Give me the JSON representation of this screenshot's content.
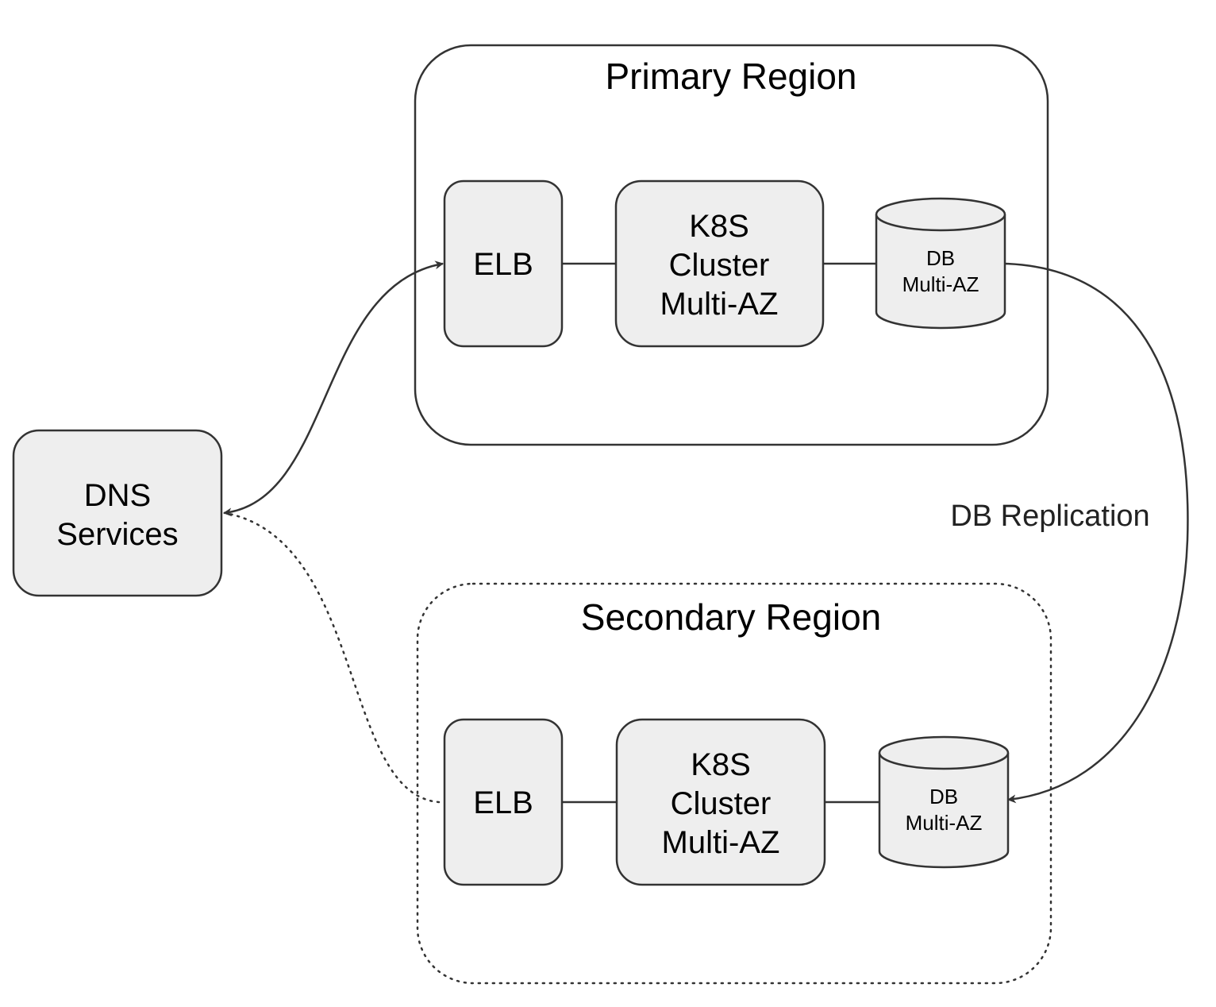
{
  "regions": {
    "primary": {
      "title": "Primary Region"
    },
    "secondary": {
      "title": "Secondary Region"
    }
  },
  "dns": {
    "line1": "DNS",
    "line2": "Services"
  },
  "primary": {
    "elb": "ELB",
    "k8s": {
      "line1": "K8S",
      "line2": "Cluster",
      "line3": "Multi-AZ"
    },
    "db": {
      "line1": "DB",
      "line2": "Multi-AZ"
    }
  },
  "secondary": {
    "elb": "ELB",
    "k8s": {
      "line1": "K8S",
      "line2": "Cluster",
      "line3": "Multi-AZ"
    },
    "db": {
      "line1": "DB",
      "line2": "Multi-AZ"
    }
  },
  "edges": {
    "replication_label": "DB Replication"
  }
}
